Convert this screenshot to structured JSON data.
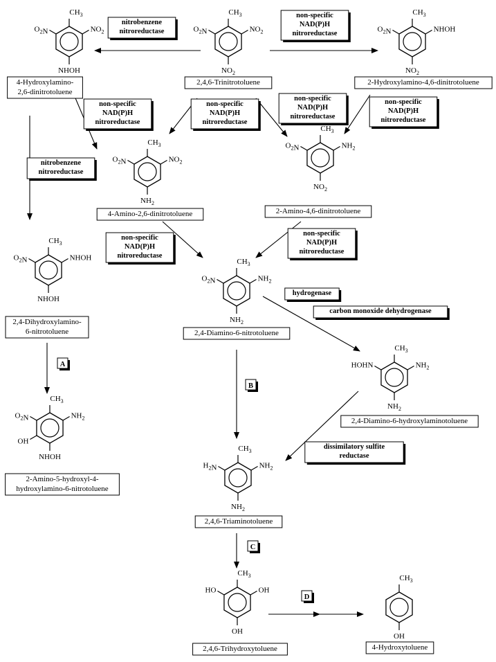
{
  "compounds": {
    "tnt": "2,4,6-Trinitrotoluene",
    "hadnt4": "4-Hydroxylamino-2,6-dinitrotoluene",
    "hadnt2": "2-Hydroxylamino-4,6-dinitrotoluene",
    "adnt4": "4-Amino-2,6-dinitrotoluene",
    "adnt2": "2-Amino-4,6-dinitrotoluene",
    "dhant": "2,4-Dihydroxylamino-6-nitrotoluene",
    "dant": "2,4-Diamino-6-nitrotoluene",
    "dahat": "2,4-Diamino-6-hydroxylaminotoluene",
    "ahhant": "2-Amino-5-hydroxyl-4-hydroxylamino-6-nitrotoluene",
    "tat": "2,4,6-Triaminotoluene",
    "tht": "2,4,6-Trihydroxytoluene",
    "ht": "4-Hydroxytoluene"
  },
  "enzymes": {
    "nitrobenzene_nitroreductase": "nitrobenzene nitroreductase",
    "nonspecific_nadph_nitroreductase": "non-specific NAD(P)H nitroreductase",
    "hydrogenase": "hydrogenase",
    "co_dehydrogenase": "carbon monoxide dehydrogenase",
    "dissimilatory_sulfite_reductase": "dissimilatory sulfite reductase"
  },
  "step_labels": [
    "A",
    "B",
    "C",
    "D"
  ],
  "groups": {
    "methyl": "CH3",
    "nitro_left": "O2N",
    "nitro_right": "NO2",
    "nitro_bottom": "NO2",
    "amino_right": "NH2",
    "amino_left": "H2N",
    "amino_bottom": "NH2",
    "hydroxylamino": "NHOH",
    "hydroxylamino_left": "HOHN",
    "hydroxyl_left": "OH",
    "hydroxyl_right": "OH",
    "hydroxyl_left_ho": "HO"
  },
  "colors": {
    "ink": "#000000",
    "shadow": "#000000",
    "paper": "#ffffff"
  }
}
